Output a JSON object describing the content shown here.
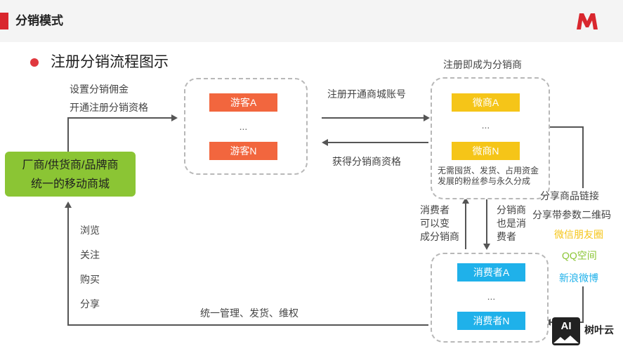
{
  "header": {
    "title": "分销模式",
    "logo_letter": "M",
    "accent_color": "#d9272e"
  },
  "section": {
    "title": "注册分销流程图示"
  },
  "manufacturer": {
    "line1": "厂商/供货商/品牌商",
    "line2": "统一的移动商城"
  },
  "left_top_labels": {
    "line1": "设置分销佣金",
    "line2": "开通注册分销资格"
  },
  "left_bottom_labels": [
    "浏览",
    "关注",
    "购买",
    "分享"
  ],
  "visitors": {
    "a": "游客A",
    "dots": "...",
    "n": "游客N",
    "color": "#f2663e"
  },
  "merchants": {
    "caption": "注册即成为分销商",
    "a": "微商A",
    "dots": "...",
    "n": "微商N",
    "note1": "无需囤货、发货、占用资金",
    "note2": "发展的粉丝参与永久分成",
    "color": "#f5c518"
  },
  "consumers": {
    "a": "消费者A",
    "dots": "...",
    "n": "消费者N",
    "color": "#1fb1ea"
  },
  "arrow_labels": {
    "register": "注册开通商城账号",
    "get_qualification": "获得分销商资格",
    "bottom_management": "统一管理、发货、维权"
  },
  "consumer_can": [
    "消费者",
    "可以变",
    "成分销商"
  ],
  "distributor_is": [
    "分销商",
    "也是消",
    "费者"
  ],
  "share": {
    "line1": "分享商品链接",
    "line2": "分享带参数二维码"
  },
  "social": [
    {
      "label": "微信朋友圈",
      "color": "#f5c518"
    },
    {
      "label": "QQ空间",
      "color": "#8bc534"
    },
    {
      "label": "新浪微博",
      "color": "#1fb1ea"
    }
  ],
  "watermark": {
    "icon_text": "AI",
    "text": "树叶云"
  }
}
